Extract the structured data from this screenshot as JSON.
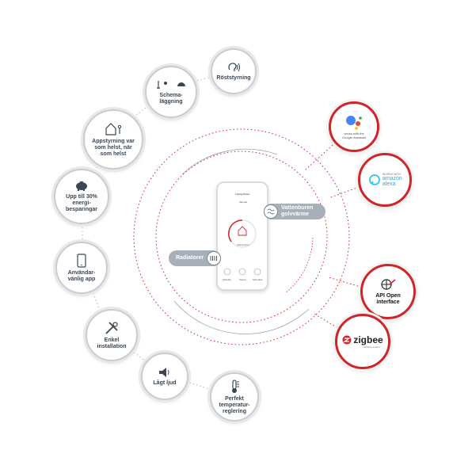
{
  "features": [
    {
      "id": "voice",
      "label": "Röststyrning",
      "icon": "voice-control-icon"
    },
    {
      "id": "schedule",
      "label": "Schema-läggning",
      "icon": "schedule-sun-moon-icon"
    },
    {
      "id": "app",
      "label": "Appstyrning var som helst, när som helst",
      "icon": "remote-home-icon"
    },
    {
      "id": "savings",
      "label": "Upp till 30% energi-besparingar",
      "icon": "piggy-bank-icon"
    },
    {
      "id": "userfriendly",
      "label": "Användar-vänlig app",
      "icon": "smartphone-icon"
    },
    {
      "id": "install",
      "label": "Enkel installation",
      "icon": "tools-icon"
    },
    {
      "id": "quiet",
      "label": "Lågt ljud",
      "icon": "speaker-icon"
    },
    {
      "id": "temp",
      "label": "Perfekt temperatur-reglering",
      "icon": "thermometer-icon"
    }
  ],
  "integrations": {
    "google": {
      "line1": "works with the",
      "line2": "Google Assistant",
      "icon": "google-assistant-icon"
    },
    "alexa": {
      "top": "WORKS WITH",
      "name": "amazon alexa",
      "icon": "alexa-icon"
    },
    "api": {
      "label": "API Open interface",
      "icon": "api-icon"
    },
    "zigbee": {
      "label": "zigbee",
      "sub": "certified product",
      "icon": "zigbee-icon"
    }
  },
  "hub": {
    "floor": "Vattenburen golvvärme",
    "radiator": "Radiatorer",
    "phone": {
      "room": "Living Room",
      "mode": "Manual",
      "target": "Ahead 22.0",
      "btn1": "Standby",
      "btn2": "Pause",
      "btn3": "Schedule"
    }
  },
  "colors": {
    "accent": "#d0242b",
    "text": "#3a4654",
    "ring": "#c9cdd1",
    "tag": "#a7b0b8"
  }
}
